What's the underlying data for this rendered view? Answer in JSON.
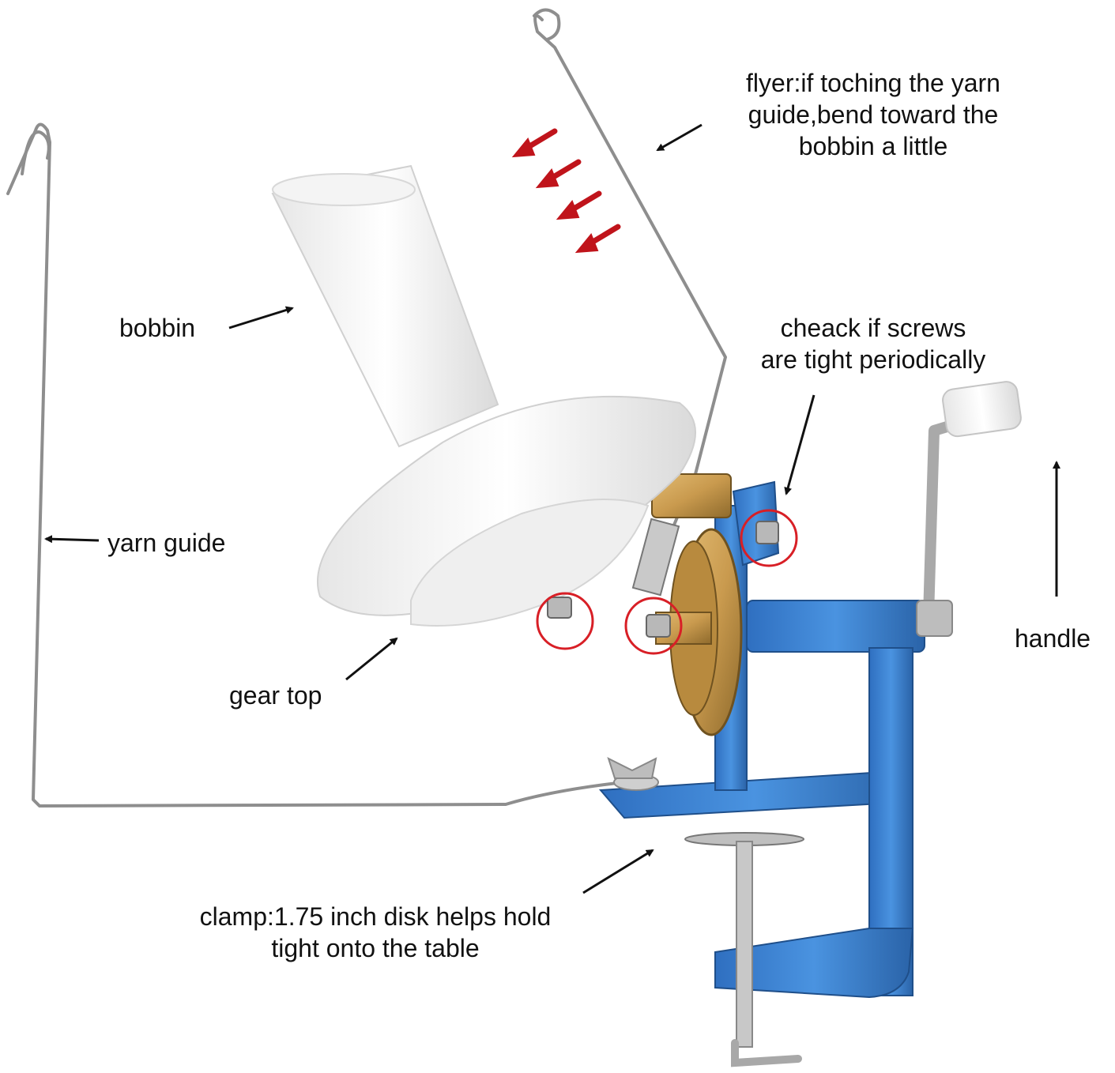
{
  "labels": {
    "flyer": [
      "flyer:if toching the yarn",
      "guide,bend toward the",
      "bobbin a little"
    ],
    "bobbin": "bobbin",
    "screws": [
      "cheack if screws",
      "are tight periodically"
    ],
    "yarn_guide": "yarn guide",
    "handle": "handle",
    "gear_top": "gear top",
    "clamp": [
      "clamp:1.75 inch disk helps hold",
      "tight onto the table"
    ]
  },
  "colors": {
    "frame_blue": "#3f86d6",
    "frame_blue_dark": "#2a63a8",
    "gear_gold": "#c99a4e",
    "wire": "#8e8e8e",
    "plastic_white": "#f7f7f7",
    "arrow_red": "#c0141b",
    "highlight_circle": "#d81f26"
  }
}
